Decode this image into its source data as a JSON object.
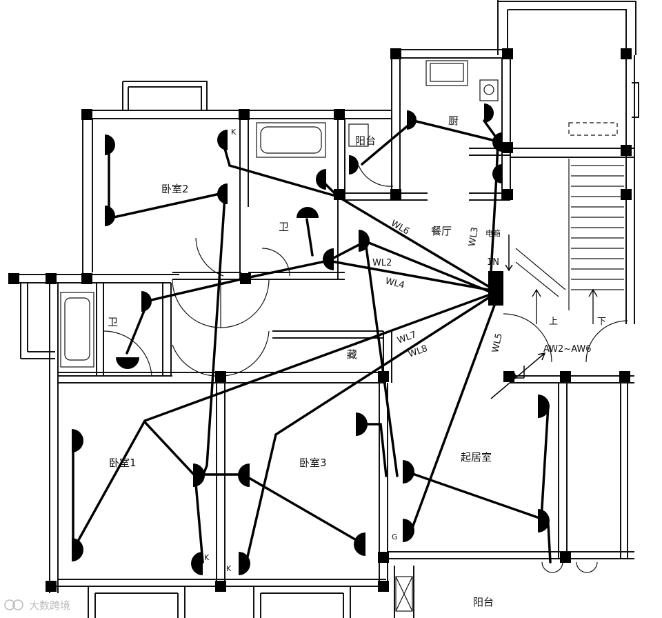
{
  "rooms": {
    "bedroom2": "卧室2",
    "bath_upper": "卫",
    "bath_left": "卫",
    "balcony_small": "阳台",
    "kitchen": "厨",
    "dining": "餐厅",
    "storage": "藏",
    "bedroom1": "卧室1",
    "bedroom3": "卧室3",
    "living": "起居室",
    "balcony": "阳台"
  },
  "circuits": {
    "wl2": "WL2",
    "wl3": "WL3",
    "wl4": "WL4",
    "wl5": "WL5",
    "wl6": "WL6",
    "wl7": "WL7",
    "wl8": "WL8"
  },
  "panel": {
    "id": "1N",
    "meter": "电箱"
  },
  "marks": {
    "k1": "K",
    "k2": "K",
    "k3": "K",
    "g": "G",
    "up": "上",
    "down": "下",
    "aw": "AW2~AW6"
  },
  "watermark": "大数跨境"
}
